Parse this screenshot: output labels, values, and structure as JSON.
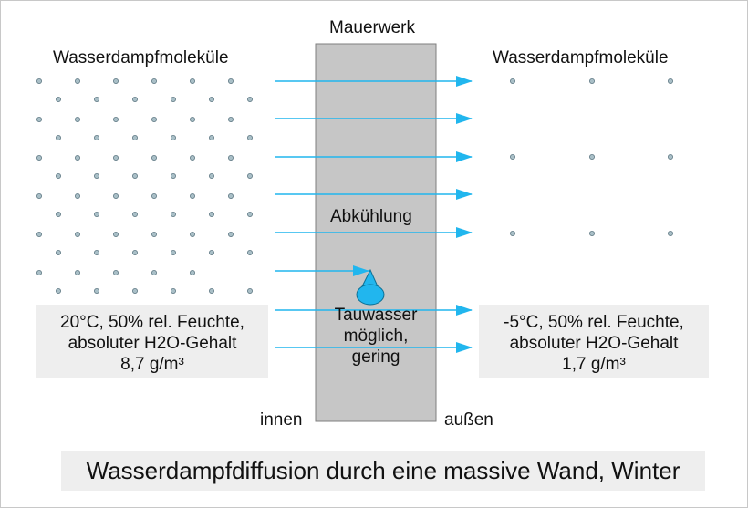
{
  "colors": {
    "wall_fill": "#c6c6c6",
    "wall_border": "#7f7f7f",
    "arrow": "#21b6ee",
    "droplet": "#21b6ee",
    "molecule_fill": "#a9bfc7",
    "molecule_stroke": "#627b86",
    "box_background": "#eeeeee"
  },
  "wall": {
    "label": "Mauerwerk",
    "cooling_label": "Abkühlung",
    "condensate_lines": [
      "Tauwasser",
      "möglich,",
      "gering"
    ]
  },
  "inside": {
    "molecules_label": "Wasserdampfmoleküle",
    "side_label": "innen",
    "info_lines": [
      "20°C, 50% rel. Feuchte,",
      "absoluter H2O-Gehalt",
      "8,7 g/m³"
    ]
  },
  "outside": {
    "molecules_label": "Wasserdampfmoleküle",
    "side_label": "außen",
    "info_lines": [
      "-5°C, 50% rel. Feuchte,",
      "absoluter H2O-Gehalt",
      "1,7 g/m³"
    ]
  },
  "title": "Wasserdampfdiffusion durch eine massive Wand, Winter",
  "icons": {
    "arrows": "arrow-right-icon",
    "droplet": "water-droplet-icon",
    "molecules": "dot-icon"
  }
}
